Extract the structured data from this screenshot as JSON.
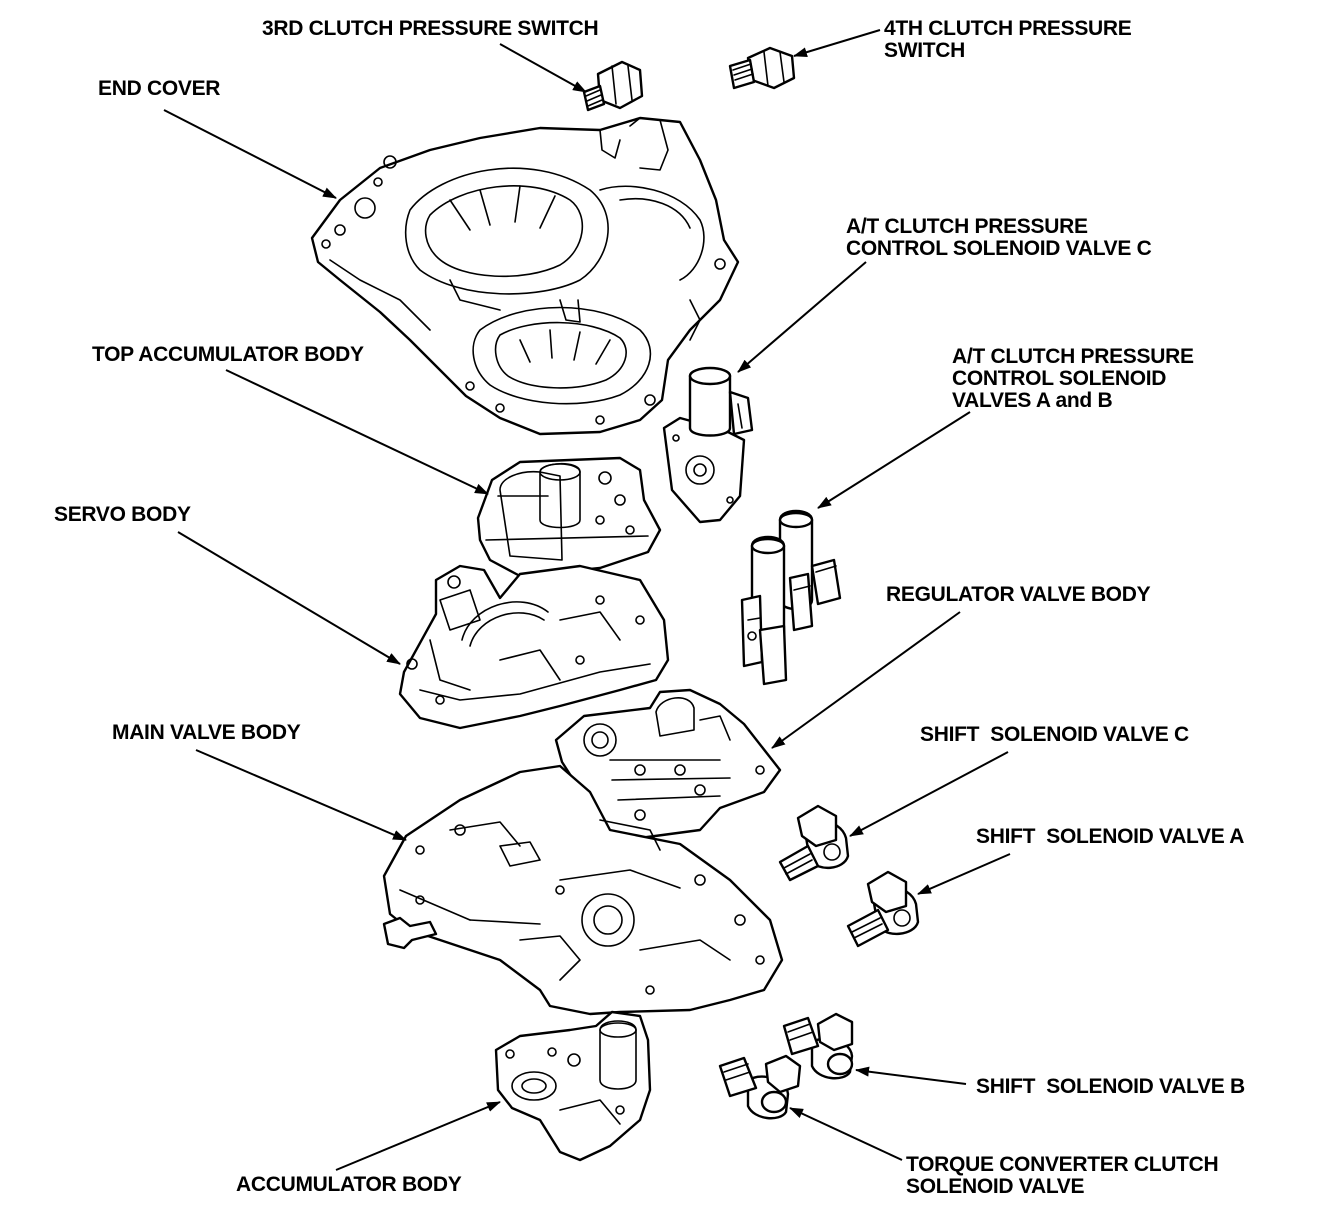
{
  "labels": {
    "third_clutch_switch": [
      "3RD CLUTCH PRESSURE SWITCH"
    ],
    "fourth_clutch_switch": [
      "4TH CLUTCH PRESSURE",
      "SWITCH"
    ],
    "end_cover": [
      "END COVER"
    ],
    "solenoid_c": [
      "A/T CLUTCH PRESSURE",
      "CONTROL SOLENOID VALVE C"
    ],
    "top_accumulator_body": [
      "TOP ACCUMULATOR BODY"
    ],
    "solenoid_ab": [
      "A/T CLUTCH PRESSURE",
      "CONTROL SOLENOID",
      "VALVES A and B"
    ],
    "servo_body": [
      "SERVO BODY"
    ],
    "regulator_valve_body": [
      "REGULATOR VALVE BODY"
    ],
    "main_valve_body": [
      "MAIN VALVE BODY"
    ],
    "shift_solenoid_c": [
      "SHIFT  SOLENOID VALVE C"
    ],
    "shift_solenoid_a": [
      "SHIFT  SOLENOID VALVE A"
    ],
    "shift_solenoid_b": [
      "SHIFT  SOLENOID VALVE B"
    ],
    "torque_converter_solenoid": [
      "TORQUE CONVERTER CLUTCH",
      "SOLENOID VALVE"
    ],
    "accumulator_body": [
      "ACCUMULATOR BODY"
    ]
  },
  "colors": {
    "ink": "#000000",
    "paper": "#ffffff"
  }
}
